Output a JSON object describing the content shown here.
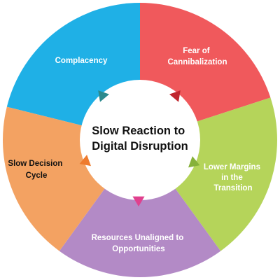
{
  "center": {
    "title_lines": [
      "Slow Reaction to",
      "Digital Disruption"
    ]
  },
  "segments": [
    {
      "key": "complacency",
      "lines": [
        "Complacency"
      ],
      "color": "#1FB0E6",
      "text_color": "#FFFFFF"
    },
    {
      "key": "fear-of-cannibalization",
      "lines": [
        "Fear of",
        "Cannibalization"
      ],
      "color": "#F0595C",
      "text_color": "#FFFFFF"
    },
    {
      "key": "lower-margins",
      "lines": [
        "Lower Margins",
        "in the",
        "Transition"
      ],
      "color": "#B5D45A",
      "text_color": "#FFFFFF"
    },
    {
      "key": "resources-unaligned",
      "lines": [
        "Resources Unaligned to",
        "Opportunities"
      ],
      "color": "#B38AC6",
      "text_color": "#FFFFFF"
    },
    {
      "key": "slow-decision-cycle",
      "lines": [
        "Slow Decision",
        "Cycle"
      ],
      "color": "#F3A262",
      "text_color": "#111111"
    }
  ],
  "arrows": [
    {
      "key": "teal",
      "color": "#2C8A8E"
    },
    {
      "key": "crimson",
      "color": "#C0262E"
    },
    {
      "key": "green",
      "color": "#86B13A"
    },
    {
      "key": "magenta",
      "color": "#E0408E"
    },
    {
      "key": "orange",
      "color": "#EE7B2E"
    }
  ]
}
